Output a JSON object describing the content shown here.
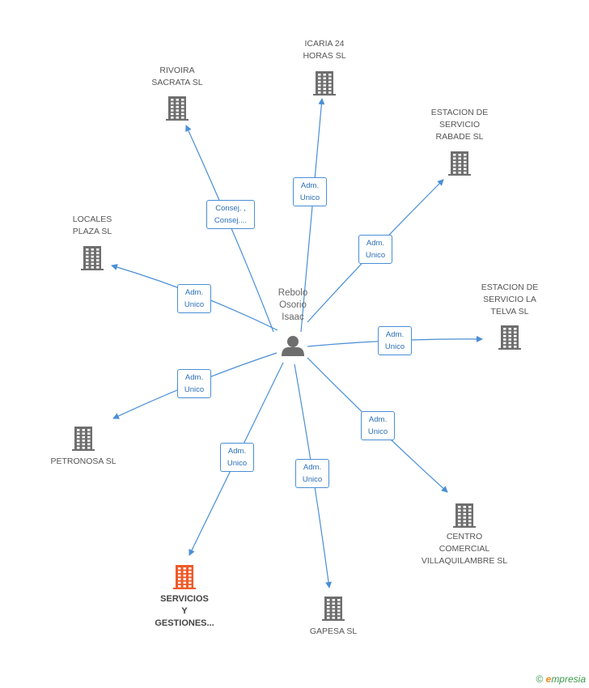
{
  "center": {
    "label_lines": [
      "Rebolo",
      "Osorio",
      "Isaac"
    ]
  },
  "colors": {
    "edge": "#4a8fd6",
    "building": "#6e6e6e",
    "highlight": "#f05a28",
    "person": "#6e6e6e"
  },
  "companies": [
    {
      "id": "icaria",
      "lines": [
        "ICARIA 24",
        "HORAS SL"
      ],
      "highlight": false
    },
    {
      "id": "rivoira",
      "lines": [
        "RIVOIRA",
        "SACRATA SL"
      ],
      "highlight": false
    },
    {
      "id": "rabade",
      "lines": [
        "ESTACION DE",
        "SERVICIO",
        "RABADE SL"
      ],
      "highlight": false
    },
    {
      "id": "locales",
      "lines": [
        "LOCALES",
        "PLAZA SL"
      ],
      "highlight": false
    },
    {
      "id": "telva",
      "lines": [
        "ESTACION DE",
        "SERVICIO LA",
        "TELVA SL"
      ],
      "highlight": false
    },
    {
      "id": "petronosa",
      "lines": [
        "PETRONOSA SL"
      ],
      "highlight": false
    },
    {
      "id": "centro",
      "lines": [
        "CENTRO",
        "COMERCIAL",
        "VILLAQUILAMBRE SL"
      ],
      "highlight": false
    },
    {
      "id": "servicios",
      "lines": [
        "SERVICIOS",
        "Y",
        "GESTIONES..."
      ],
      "highlight": true
    },
    {
      "id": "gapesa",
      "lines": [
        "GAPESA SL"
      ],
      "highlight": false
    }
  ],
  "edges": [
    {
      "to": "rivoira",
      "lines": [
        "Consej. ,",
        "Consej...."
      ]
    },
    {
      "to": "icaria",
      "lines": [
        "Adm.",
        "Unico"
      ]
    },
    {
      "to": "rabade",
      "lines": [
        "Adm.",
        "Unico"
      ]
    },
    {
      "to": "locales",
      "lines": [
        "Adm.",
        "Unico"
      ]
    },
    {
      "to": "telva",
      "lines": [
        "Adm.",
        "Unico"
      ]
    },
    {
      "to": "petronosa",
      "lines": [
        "Adm.",
        "Unico"
      ]
    },
    {
      "to": "centro",
      "lines": [
        "Adm.",
        "Unico"
      ]
    },
    {
      "to": "servicios",
      "lines": [
        "Adm.",
        "Unico"
      ]
    },
    {
      "to": "gapesa",
      "lines": [
        "Adm.",
        "Unico"
      ]
    }
  ],
  "footer": {
    "copyright": "©",
    "brand_first": "e",
    "brand_rest": "mpresia"
  }
}
